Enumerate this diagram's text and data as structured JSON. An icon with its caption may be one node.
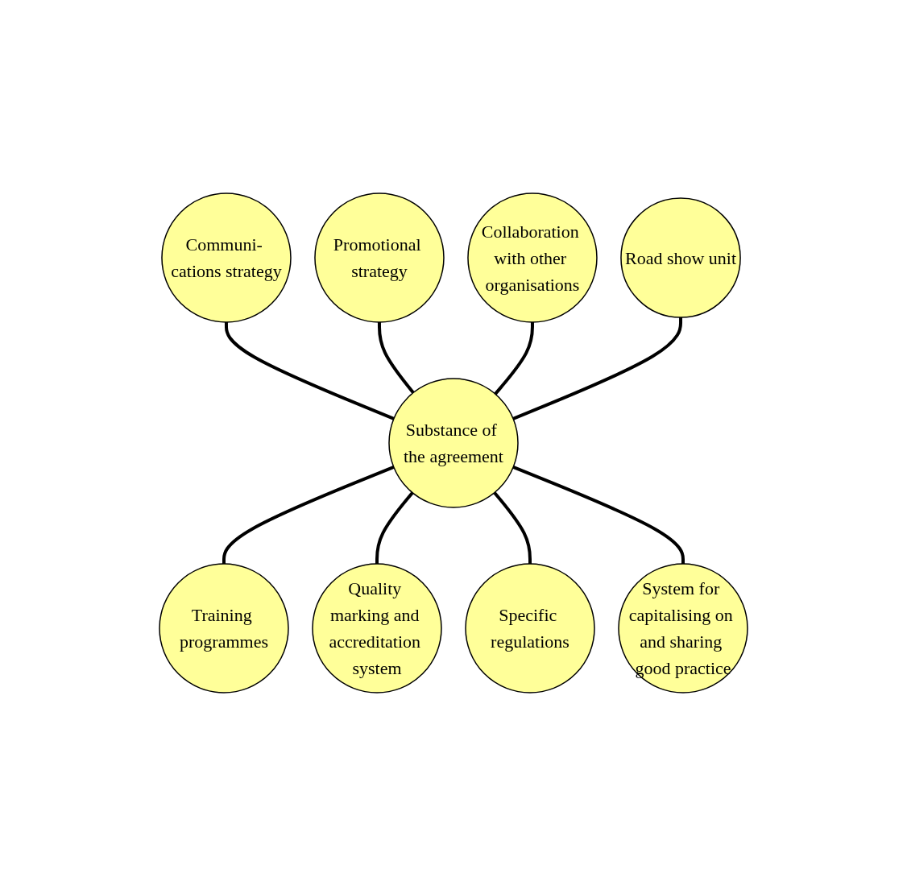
{
  "diagram": {
    "nodes": [
      {
        "text": [
          "Road show unit"
        ]
      },
      {
        "text": [
          "Communi- cations strategy"
        ]
      },
      {
        "text": [
          "Promotional strategy"
        ]
      },
      {
        "text": [
          "Collaboration with other organisations"
        ]
      },
      {
        "text": [
          "Substance of the agreement"
        ]
      },
      {
        "text": [
          "Training programmes"
        ]
      },
      {
        "text": [
          "System for capitalising on and sharing good practice"
        ]
      },
      {
        "text": [
          "Specific regulations"
        ]
      },
      {
        "text": [
          "Quality marking and accreditation system"
        ]
      }
    ],
    "edges": [
      {
        "from": 1,
        "to": 4,
        "arrow": "none"
      },
      {
        "from": 2,
        "to": 4,
        "arrow": "none"
      },
      {
        "from": 5,
        "to": 4,
        "arrow": "none"
      },
      {
        "from": 8,
        "to": 4,
        "arrow": "none"
      },
      {
        "from": 7,
        "to": 4,
        "arrow": "none"
      },
      {
        "from": 6,
        "to": 4,
        "arrow": "none"
      },
      {
        "from": 3,
        "to": 4,
        "arrow": "none"
      },
      {
        "from": 0,
        "to": 4,
        "arrow": "none"
      }
    ]
  }
}
